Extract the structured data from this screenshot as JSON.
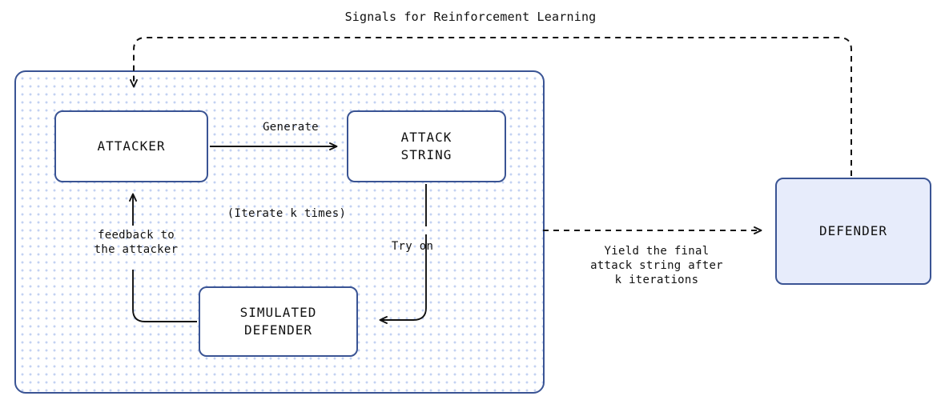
{
  "title": "Signals for Reinforcement Learning",
  "nodes": {
    "attacker": "ATTACKER",
    "attack_string": "ATTACK\nSTRING",
    "simulated_defender": "SIMULATED\nDEFENDER",
    "defender": "DEFENDER"
  },
  "edges": {
    "generate": "Generate",
    "iterate": "(Iterate k times)",
    "feedback": "feedback to\nthe attacker",
    "try_on": "Try on",
    "yield": "Yield the final\nattack string after\nk iterations"
  },
  "colors": {
    "border": "#3a5494",
    "defender_fill": "#e7ecfb",
    "dot_pattern": "#c3d2f2",
    "arrow": "#111111",
    "background": "#ffffff"
  }
}
